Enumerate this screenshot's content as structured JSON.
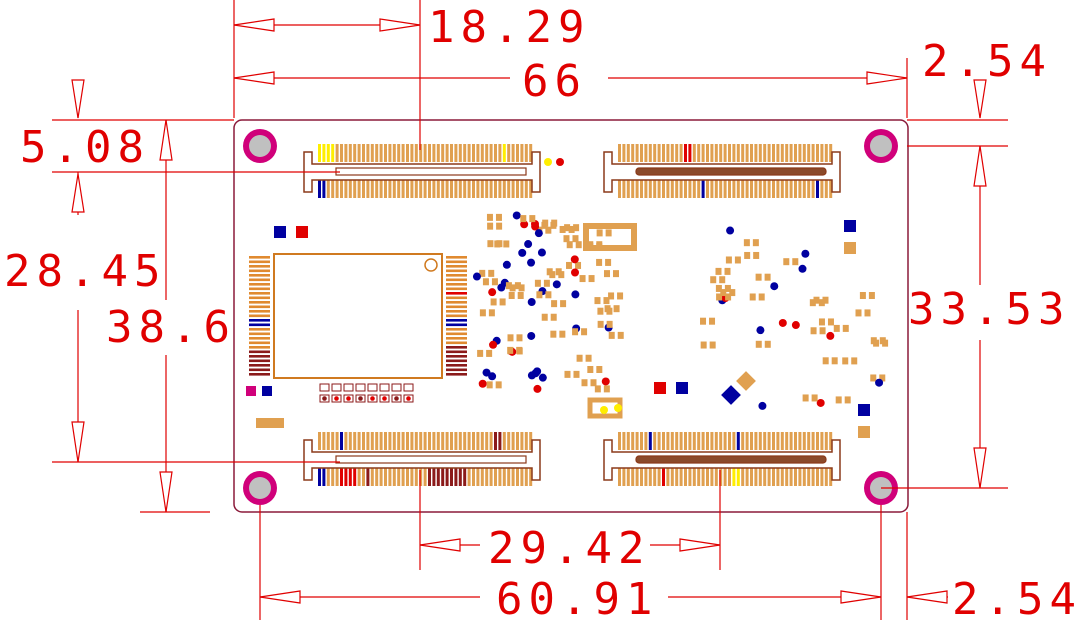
{
  "dimensions": {
    "top_offset": "18.29",
    "total_width": "66",
    "right_margin_top": "2.54",
    "left_margin": "5.08",
    "left_inner_height": "28.45",
    "total_height": "38.6",
    "right_inner_height": "33.53",
    "bottom_offset": "29.42",
    "bottom_width": "60.91",
    "right_margin_bottom": "2.54"
  },
  "colors": {
    "dimension": "#e00000",
    "board_outline": "#8b1a3a",
    "pad": "#e0a050",
    "via_blue": "#0000a0",
    "via_red": "#e00000",
    "mount_hole": "#c0c0c0",
    "mount_ring": "#d0007a"
  }
}
